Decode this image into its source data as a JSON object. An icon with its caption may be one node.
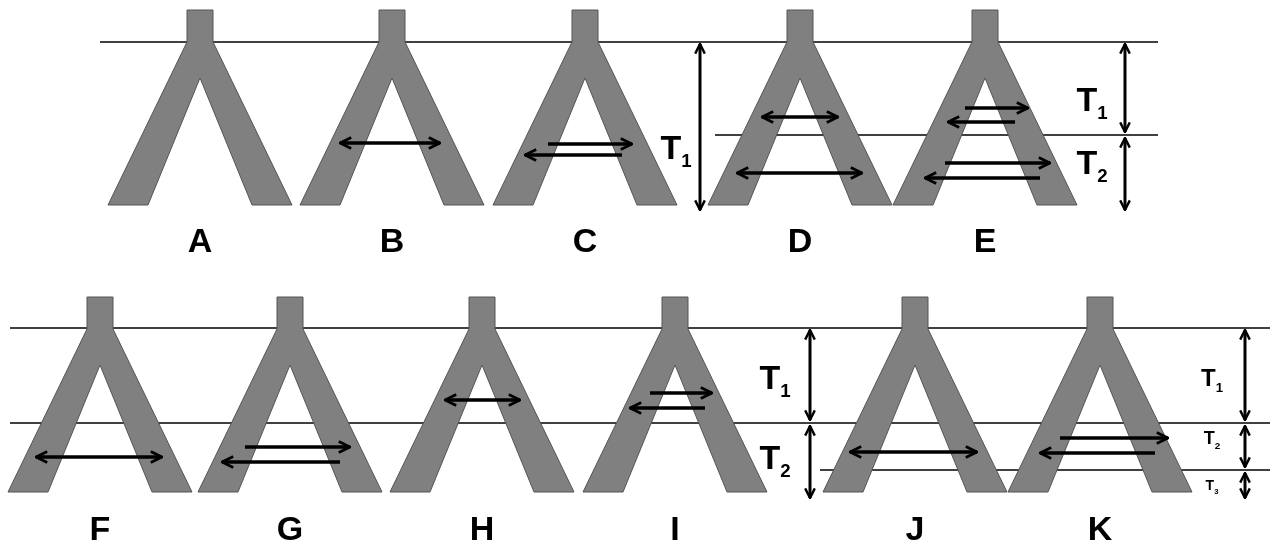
{
  "diagram": {
    "labels": [
      "T$_{1}$",
      "T$_{1}$",
      "T$_{2}$",
      "A",
      "B",
      "C",
      "D",
      "E",
      "T$_{1}$",
      "T$_{1}$",
      "T$_{2}$",
      "T$_{2}$",
      "T$_{3}$",
      "F",
      "G",
      "H",
      "I",
      "J",
      "K"
    ]
  }
}
